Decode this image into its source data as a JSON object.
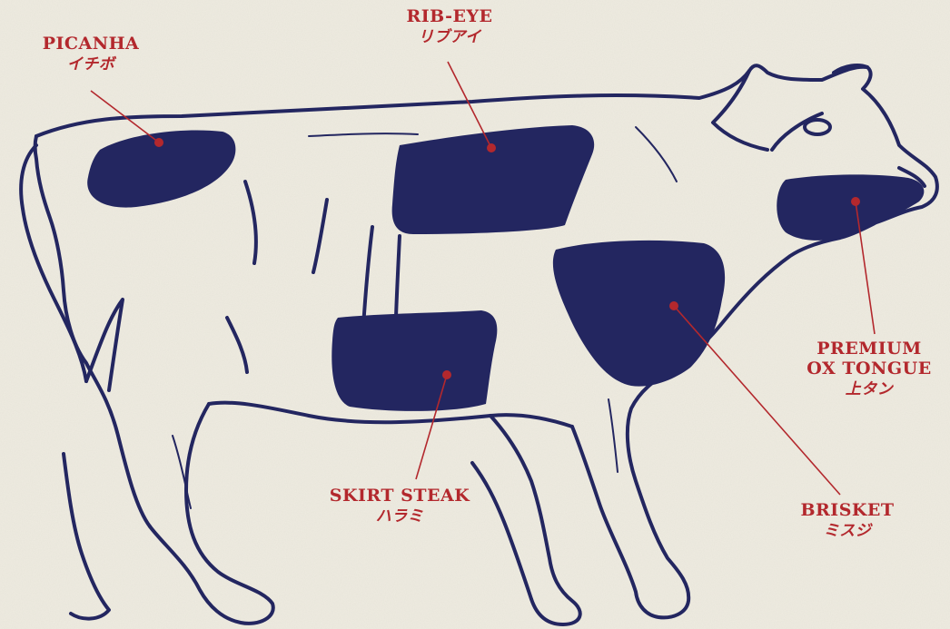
{
  "colors": {
    "background": "#efece1",
    "ink": "#232660",
    "accent": "#b3282d"
  },
  "cuts": [
    {
      "key": "picanha",
      "en": "PICANHA",
      "jp": "イチボ"
    },
    {
      "key": "rib-eye",
      "en": "RIB-EYE",
      "jp": "リブアイ"
    },
    {
      "key": "ox-tongue",
      "en": "PREMIUM OX TONGUE",
      "en_line1": "PREMIUM",
      "en_line2": "OX TONGUE",
      "jp": "上タン"
    },
    {
      "key": "skirt-steak",
      "en": "SKIRT STEAK",
      "jp": "ハラミ"
    },
    {
      "key": "brisket",
      "en": "BRISKET",
      "jp": "ミスジ"
    }
  ]
}
